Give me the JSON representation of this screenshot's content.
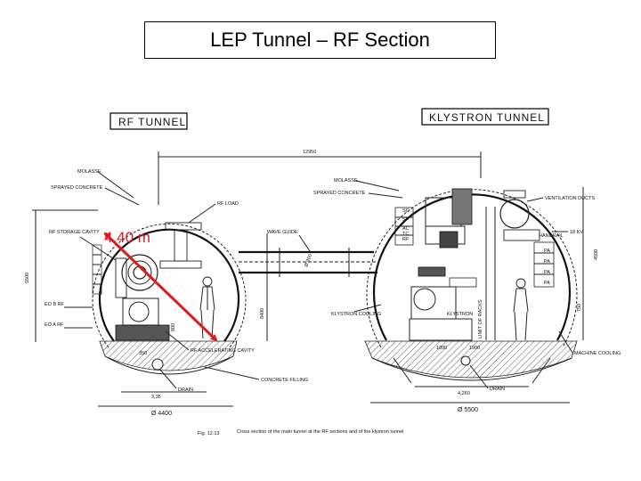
{
  "slide": {
    "title": "LEP Tunnel – RF Section"
  },
  "rf_tunnel": {
    "header": "RF TUNNEL",
    "labels": {
      "molasse": "MOLASSE",
      "sprayed_concrete": "SPRAYED CONCRETE",
      "rf_load": "RF LOAD",
      "rf_storage_cavity": "RF STORAGE CAVITY",
      "eo_b_rf": "EO B RF",
      "eo_a_rf": "EO A RF",
      "rf_accelerating_cavity": "RF ACCELERATING CAVITY",
      "drain": "DRAIN",
      "concrete_filling": "CONCRETE FILLING",
      "wave_guide": "WAVE GUIDE",
      "klystron_cooling": "KLYSTRON COOLING"
    },
    "dims": {
      "height_left": "5500",
      "width_bottom": "3,35",
      "diameter": "Ø 4400",
      "inner_h": "8400",
      "d800": "800",
      "d350": "350",
      "d900": "Ø 900"
    }
  },
  "klystron_tunnel": {
    "header": "KLYSTRON TUNNEL",
    "labels": {
      "molasse": "MOLASSE",
      "sprayed_concrete": "SPRAYED CONCRETE",
      "ventilation_ducts": "VENTILATION DUCTS",
      "kv": "18 KV",
      "handrail": "HANDRAIL",
      "klystron": "KLYSTRON",
      "limit_of_racks": "LIMIT OF RACKS",
      "machine_cooling": "MACHINE COOLING",
      "drain": "DRAIN"
    },
    "side_tags": [
      "SC",
      "SI",
      "AC",
      "TC",
      "RF"
    ],
    "rack_tags": [
      "PA",
      "PA",
      "PA",
      "PA"
    ],
    "dims": {
      "span_top": "12950",
      "height_right": "4500",
      "h750": "750",
      "w1800": "1800",
      "w1900": "1900",
      "width_bottom": "4,260",
      "diameter": "Ø 5500"
    }
  },
  "measurement": {
    "label": "4.40 m",
    "color": "#e01b1b"
  },
  "caption": {
    "fig": "Fig. 12.13",
    "text": "Cross section of the main tunnel at the RF sections and of the klystron tunnel"
  }
}
